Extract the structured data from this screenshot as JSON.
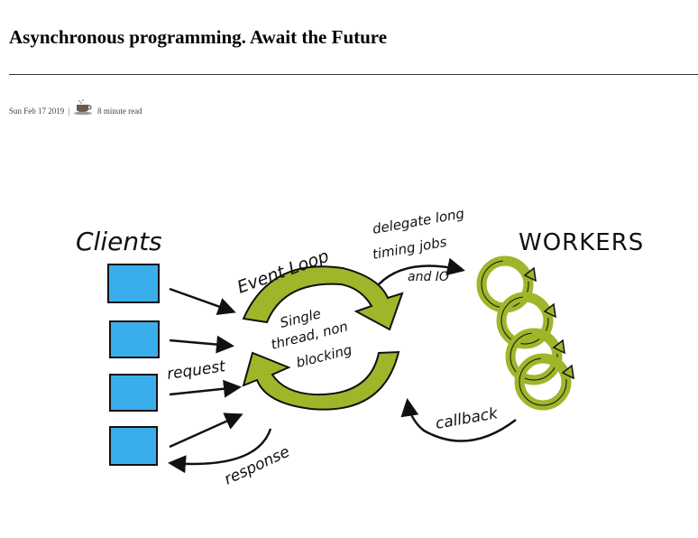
{
  "post": {
    "title": "Asynchronous programming. Await the Future",
    "date": "Sun Feb 17 2019",
    "separator": "|",
    "read_time": "8 minute read",
    "author_icon": "coffee-cup-icon"
  },
  "diagram": {
    "clients_label": "Clients",
    "workers_label": "WORKERS",
    "event_loop_label": "Event Loop",
    "center_line1": "Single",
    "center_line2": "thread, non",
    "center_line3": "blocking",
    "delegate_line1": "delegate long",
    "delegate_line2": "timing jobs",
    "delegate_line3": "and IO",
    "request_label": "request",
    "response_label": "response",
    "callback_label": "callback",
    "colors": {
      "client_box": "#3aaeea",
      "loop_arrow": "#a0b52a",
      "ink": "#111111"
    }
  }
}
